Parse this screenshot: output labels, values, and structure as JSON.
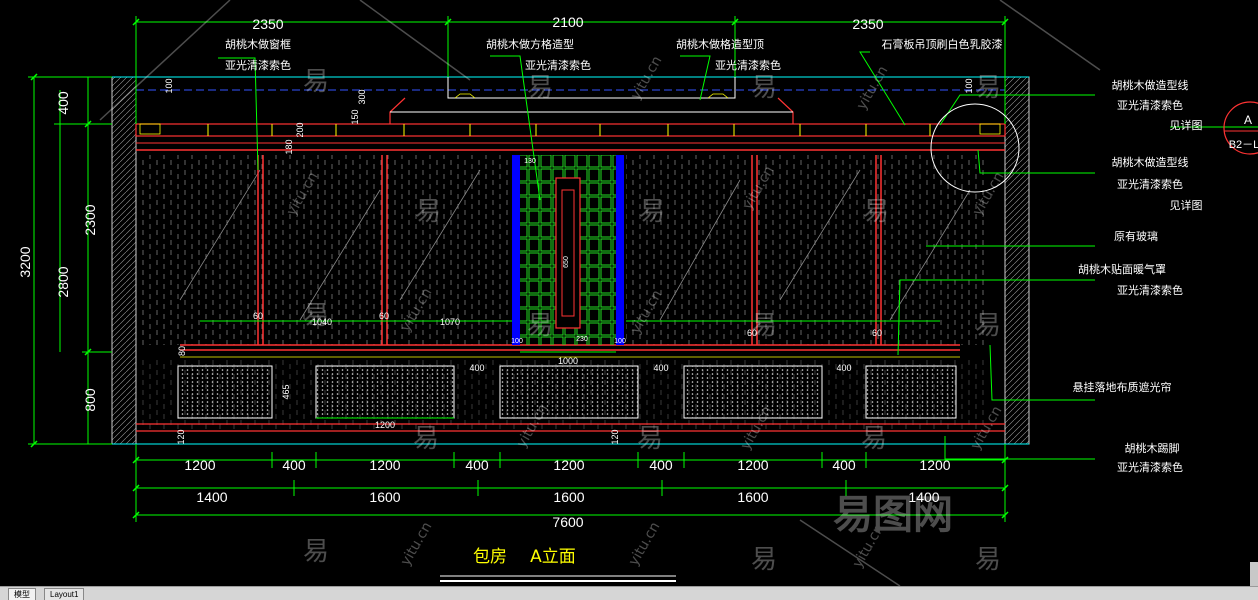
{
  "dims": {
    "top": [
      "2350",
      "2100",
      "2350"
    ],
    "left_outer": "3200",
    "left_inner": [
      "400",
      "2800",
      "800"
    ],
    "left_mid": "2300",
    "row1": [
      "1200",
      "400",
      "1200",
      "400",
      "1200",
      "400",
      "1200",
      "400",
      "1200"
    ],
    "row2": [
      "1400",
      "1600",
      "1600",
      "1600",
      "1400"
    ],
    "total": "7600",
    "small": {
      "d100a": "100",
      "d100b": "100",
      "d300": "300",
      "d150": "150",
      "d200": "200",
      "d180": "180",
      "d60a": "60",
      "d1040": "1040",
      "d60b": "60",
      "d1070": "1070",
      "d60c": "60",
      "d60d": "60",
      "d80": "80",
      "d465": "465",
      "d1200": "1200",
      "d120a": "120",
      "d120b": "120",
      "d400a": "400",
      "d400b": "400",
      "d400c": "400",
      "d1000": "1000",
      "d130": "130",
      "d230": "230",
      "d100c": "100",
      "d100d": "100",
      "d650": "650"
    }
  },
  "labels": {
    "l1a": "胡桃木做窗框",
    "l1b": "亚光清漆索色",
    "l2a": "胡桃木做方格造型",
    "l2b": "亚光清漆索色",
    "l3a": "胡桃木做格造型顶",
    "l3b": "亚光清漆索色",
    "l4": "石膏板吊顶刷白色乳胶漆",
    "r1a": "胡桃木做造型线",
    "r1b": "亚光清漆索色",
    "r1c": "见详图",
    "r2a": "胡桃木做造型线",
    "r2b": "亚光清漆索色",
    "r2c": "见详图",
    "r3": "原有玻璃",
    "r4a": "胡桃木贴面暖气罩",
    "r4b": "亚光清漆索色",
    "r5": "悬挂落地布质遮光帘",
    "r6a": "胡桃木踢脚",
    "r6b": "亚光清漆索色"
  },
  "callout": {
    "top": "A",
    "bottom": "B2－L"
  },
  "title": {
    "a": "包房",
    "b": "A立面"
  },
  "watermark": {
    "brand": "易图网",
    "mark": "易",
    "url": "yitu.cn"
  },
  "tabs": {
    "model": "模型",
    "layout": "Layout1"
  },
  "colors": {
    "bg": "#000000",
    "dim": "#00ff00",
    "frame": "#ff0000",
    "wall": "#00ffff",
    "text": "#ffffff",
    "title": "#ffff00",
    "glass": "#0000ff",
    "grid": "#22dd22"
  }
}
